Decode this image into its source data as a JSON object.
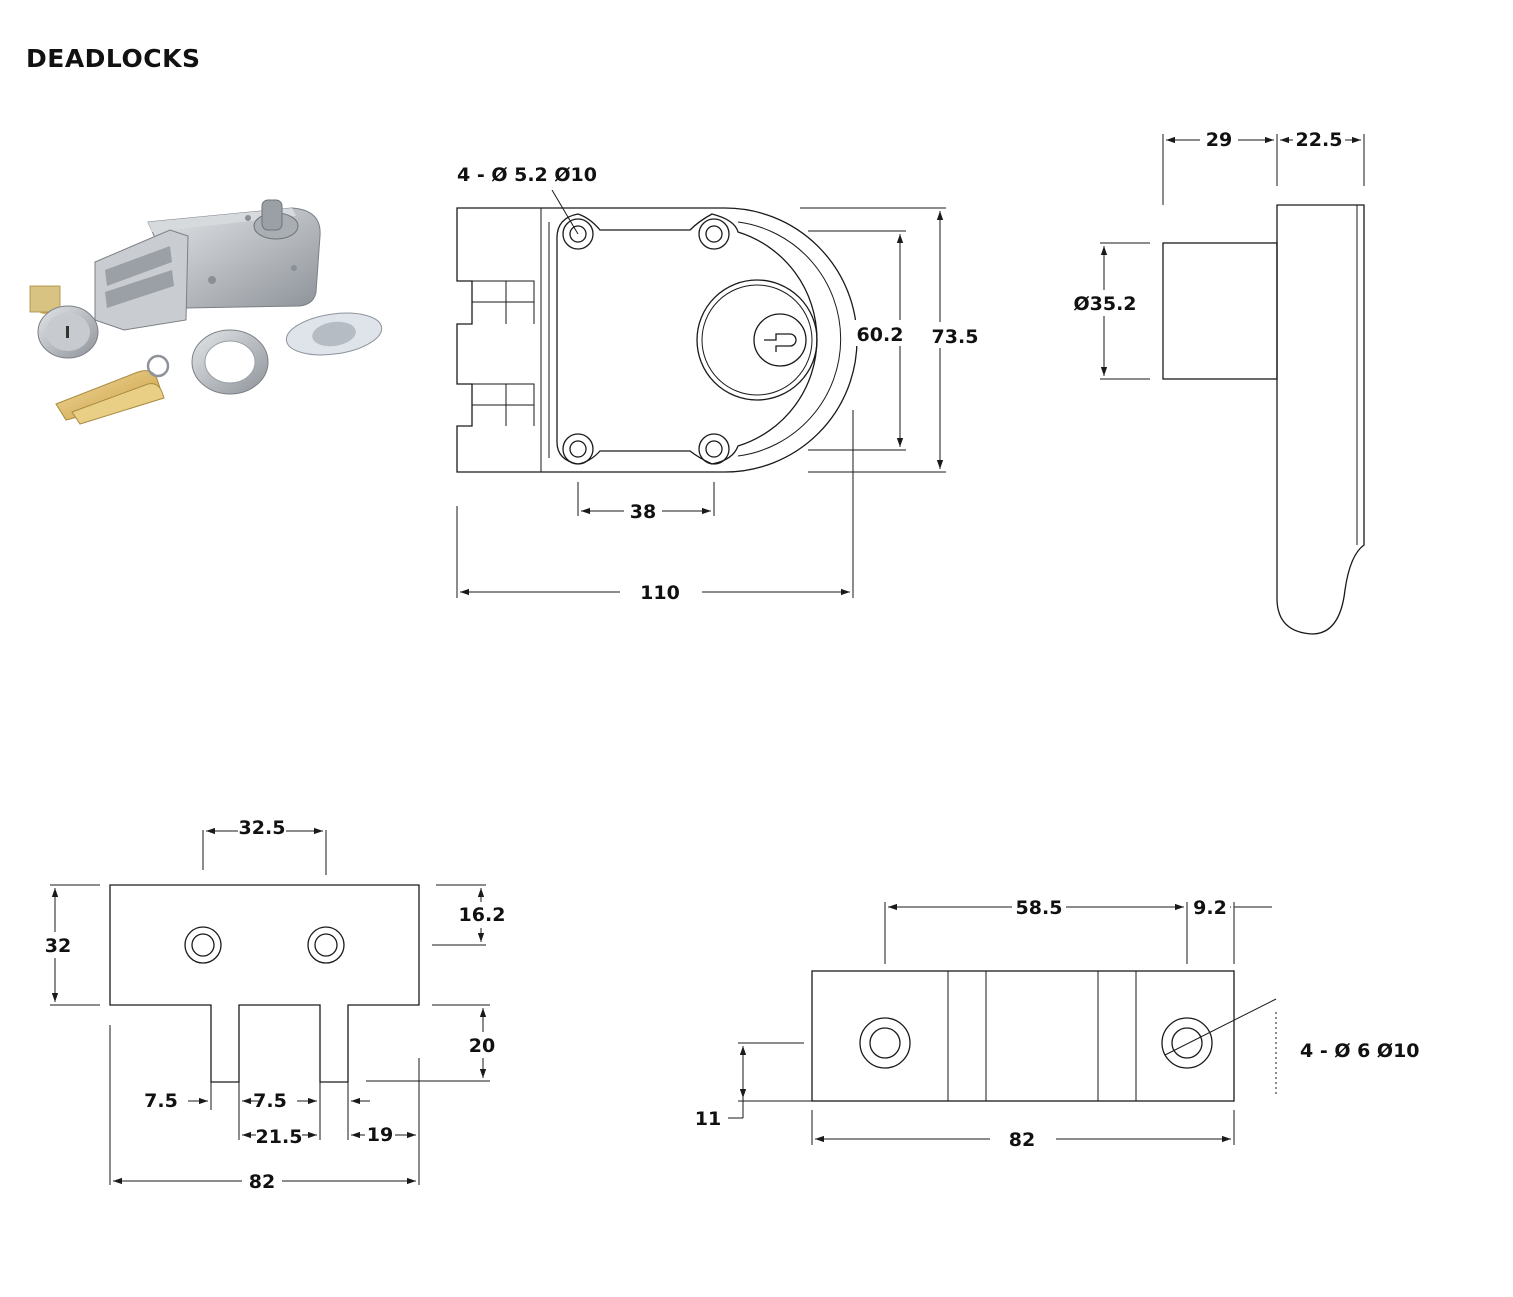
{
  "title": "DEADLOCKS",
  "photo": {
    "icon": "deadlock-product-photo"
  },
  "front_view": {
    "hole_note": "4 - Ø 5.2 Ø10",
    "dims": {
      "height_inner": "60.2",
      "height_outer": "73.5",
      "hole_spacing": "38",
      "width": "110"
    }
  },
  "side_view": {
    "dims": {
      "depth_left": "29",
      "depth_right": "22.5",
      "cylinder_dia": "Ø35.2"
    }
  },
  "strike_plate": {
    "dims": {
      "hole_spacing": "32.5",
      "height": "32",
      "body_height": "16.2",
      "tab_length": "20",
      "gap_left": "7.5",
      "gap_mid": "7.5",
      "tab_pitch": "21.5",
      "right_offset": "19",
      "width": "82"
    }
  },
  "bolt_view": {
    "hole_note": "4 - Ø 6 Ø10",
    "dims": {
      "hole_spacing": "58.5",
      "edge_offset": "9.2",
      "offset": "11",
      "width": "82"
    }
  }
}
